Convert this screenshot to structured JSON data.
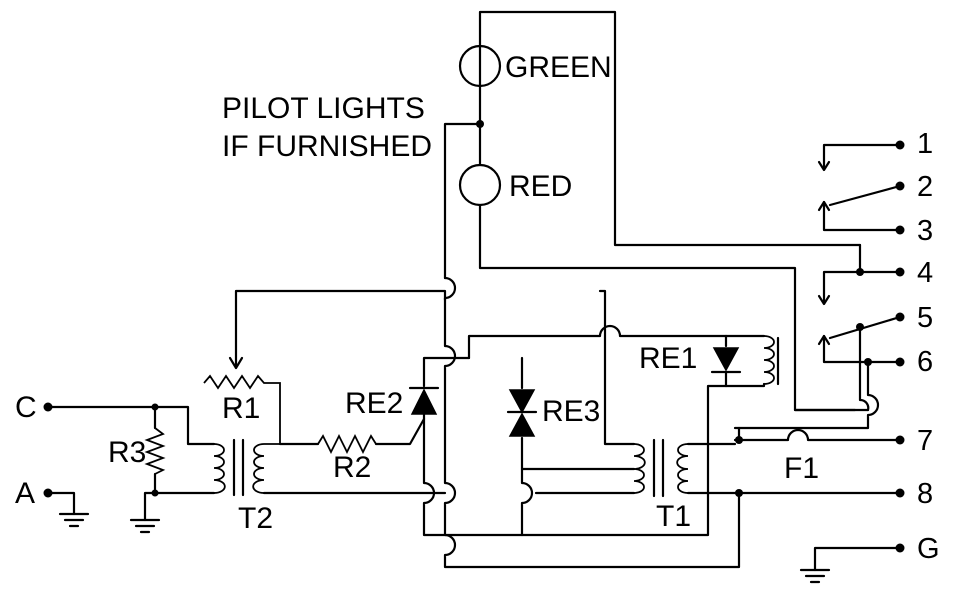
{
  "labels": {
    "green": "GREEN",
    "red": "RED",
    "pilot_line1": "PILOT LIGHTS",
    "pilot_line2": "IF FURNISHED",
    "c": "C",
    "a": "A",
    "r1": "R1",
    "r2": "R2",
    "r3": "R3",
    "t1": "T1",
    "t2": "T2",
    "re1": "RE1",
    "re2": "RE2",
    "re3": "RE3",
    "f1": "F1"
  },
  "terminals": [
    "1",
    "2",
    "3",
    "4",
    "5",
    "6",
    "7",
    "8",
    "G"
  ]
}
